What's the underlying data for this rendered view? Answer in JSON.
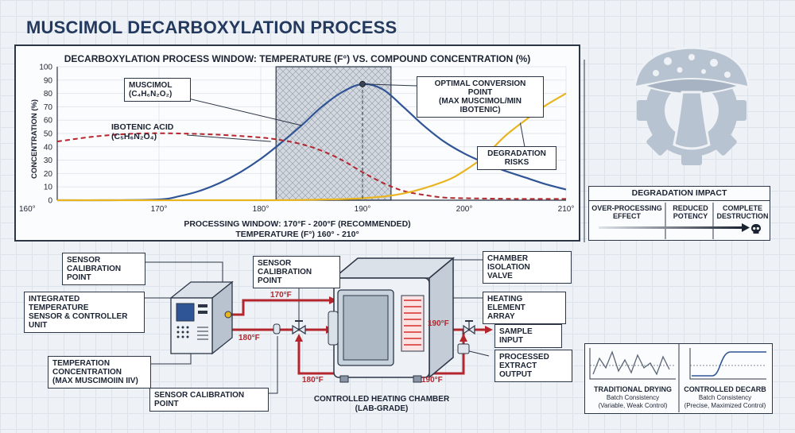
{
  "page": {
    "title": "MUSCIMOL DECARBOXYLATION PROCESS"
  },
  "chart_data": {
    "type": "line",
    "title": "DECARBOXYLATION PROCESS WINDOW: TEMPERATURE (F°) VS. COMPOUND CONCENTRATION (%)",
    "xlabel": "TEMPERATURE (F°) 160° - 210°",
    "ylabel": "CONCENTRATION (%)",
    "xlim": [
      160,
      210
    ],
    "ylim": [
      0,
      100
    ],
    "x_ticks": [
      "160°",
      "170°",
      "180°",
      "190°",
      "200°",
      "210°"
    ],
    "y_ticks": [
      "0",
      "10",
      "20",
      "30",
      "40",
      "50",
      "60",
      "70",
      "80",
      "90",
      "100"
    ],
    "window_label": "PROCESSING WINDOW: 170°F - 200°F (RECOMMENDED)",
    "window_range": [
      181.5,
      192.8
    ],
    "grid": true,
    "series": [
      {
        "name": "MUSCIMOL",
        "formula": "(C₄H₆N₂O₂)",
        "color": "#2f5596",
        "dash": false,
        "x": [
          160,
          165,
          170,
          172,
          174,
          176,
          178,
          180,
          182,
          184,
          186,
          188,
          190,
          192,
          194,
          196,
          198,
          200,
          202,
          204,
          206,
          208,
          210
        ],
        "y": [
          0,
          0,
          0.5,
          3,
          7,
          13,
          21,
          31,
          43,
          56,
          70,
          81,
          87,
          83,
          70,
          56,
          44,
          35,
          28,
          22,
          17,
          12,
          8
        ]
      },
      {
        "name": "IBOTENIC ACID",
        "formula": "(C₅H₆N₂O₄)",
        "color": "#b3262d",
        "dash": true,
        "x": [
          160,
          164,
          168,
          172,
          176,
          180,
          182,
          184,
          186,
          188,
          190,
          192,
          194,
          196,
          198,
          200,
          205,
          210
        ],
        "y": [
          44,
          48,
          50,
          50,
          49,
          47,
          45,
          42,
          37,
          30,
          21,
          13,
          7,
          4,
          2,
          1.5,
          1,
          1
        ]
      },
      {
        "name": "Degradation",
        "color": "#e8b420",
        "dash": false,
        "x": [
          160,
          180,
          186,
          190,
          194,
          198,
          200,
          202,
          204,
          206,
          208,
          210
        ],
        "y": [
          0,
          0,
          0.5,
          1.5,
          5,
          14,
          22,
          33,
          48,
          60,
          71,
          80
        ]
      }
    ],
    "optimal_point": {
      "x": 190,
      "y": 87
    },
    "callouts": {
      "optimal": [
        "OPTIMAL CONVERSION POINT",
        "(MAX MUSCIMOL/MIN IBOTENIC)"
      ],
      "degradation": "DEGRADATION RISKS"
    }
  },
  "degradation_impact": {
    "title": "DEGRADATION IMPACT",
    "columns": [
      "OVER-PROCESSING EFFECT",
      "REDUCED POTENCY",
      "COMPLETE DESTRUCTION"
    ],
    "end_icon": "skull-icon"
  },
  "process_diagram": {
    "labels": {
      "sensor_cal_1": [
        "SENSOR",
        "CALIBRATION POINT"
      ],
      "sensor_cal_2": [
        "SENSOR",
        "CALIBRATION POINT"
      ],
      "sensor_cal_3": "SENSOR CALIBRATION POINT",
      "controller": [
        "INTEGRATED TEMPERATURE",
        "SENSOR & CONTROLLER UNIT"
      ],
      "temperation": [
        "TEMPERATION",
        "CONCENTRATION",
        "(MAX MUSCIMOIIN IIV)"
      ],
      "isolation_valve": [
        "CHAMBER ISOLATION",
        "VALVE"
      ],
      "heating_array": [
        "HEATING ELEMENT",
        "ARRAY"
      ],
      "sample_input": "SAMPLE INPUT",
      "processed_output": [
        "PROCESSED",
        "EXTRACT OUTPUT"
      ],
      "chamber": [
        "CONTROLLED HEATING CHAMBER",
        "(LAB-GRADE)"
      ]
    },
    "temperatures": {
      "top_line": "170°F",
      "left_line": "180°F",
      "bottom_left": "180°F",
      "bottom_right": "190°F",
      "right_line": "190°F"
    }
  },
  "comparison": {
    "traditional": {
      "title": "TRADITIONAL DRYING",
      "sub1": "Batch Consistency",
      "sub2": "(Variable, Weak Control)"
    },
    "controlled": {
      "title": "CONTROLLED DECARB",
      "sub1": "Batch Consistency",
      "sub2": "(Precise, Maximized Control)"
    }
  },
  "colors": {
    "accent_blue": "#2f5596",
    "pipe_red": "#b3262d",
    "degradation_yellow": "#e8b420",
    "logo_gray": "#b8c3d1"
  }
}
